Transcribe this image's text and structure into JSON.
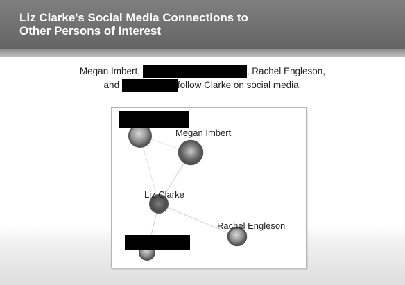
{
  "slide": {
    "title_line1": "Liz Clarke's Social Media Connections to",
    "title_line2": "Other Persons of Interest"
  },
  "caption": {
    "part1": "Megan Imbert,",
    "part2": ", Rachel Engleson,",
    "part3": "and",
    "part4": "follow Clarke on social media."
  },
  "diagram": {
    "nodes": [
      {
        "id": "liz",
        "label": "Liz Clarke"
      },
      {
        "id": "megan",
        "label": "Megan Imbert"
      },
      {
        "id": "rachel",
        "label": "Rachel Engleson"
      },
      {
        "id": "redacted1",
        "label": ""
      },
      {
        "id": "redacted2",
        "label": ""
      }
    ],
    "edges": [
      [
        "liz",
        "megan"
      ],
      [
        "liz",
        "rachel"
      ],
      [
        "liz",
        "redacted1"
      ],
      [
        "liz",
        "redacted2"
      ],
      [
        "redacted1",
        "megan"
      ]
    ]
  }
}
